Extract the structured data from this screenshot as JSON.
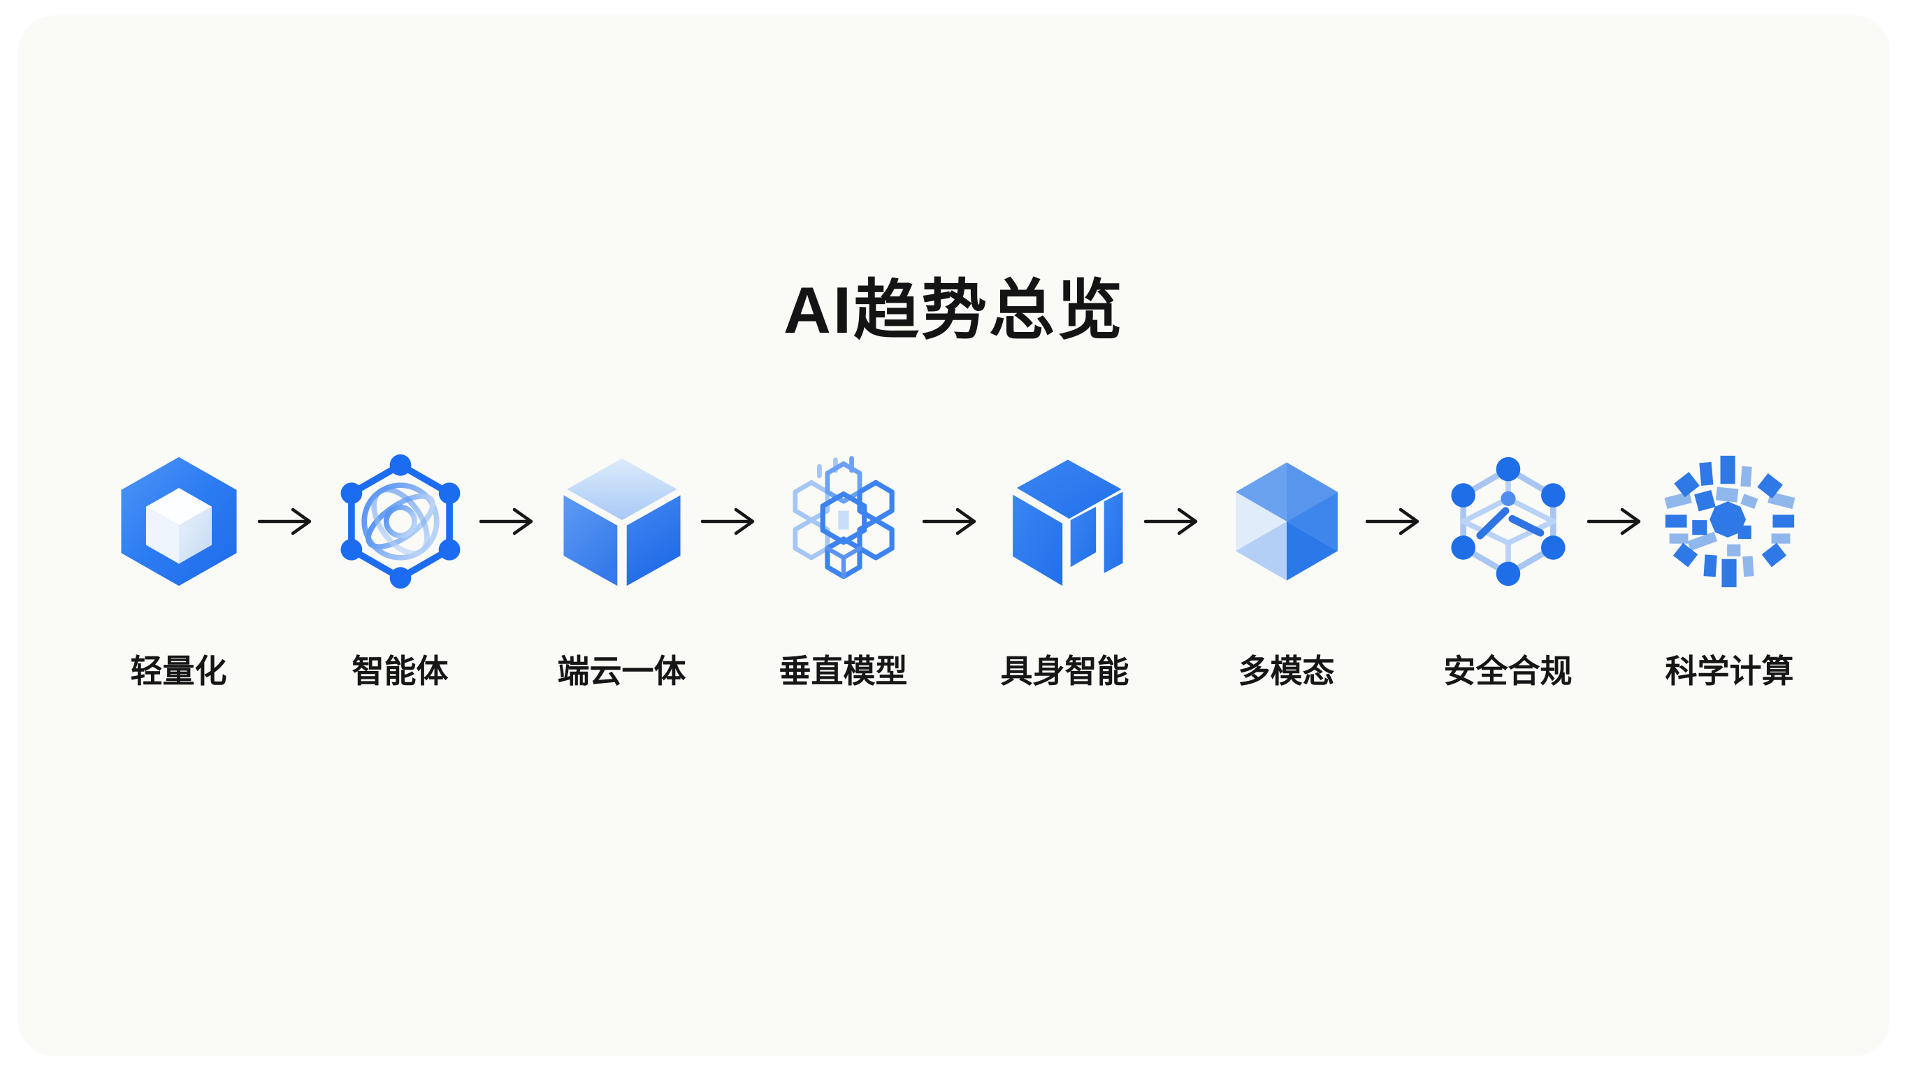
{
  "page": {
    "title": "AI趋势总览",
    "background_color": "#fafaf7",
    "title_color": "#141414",
    "arrow_color": "#161616"
  },
  "colors": {
    "primary_blue": "#2276f0",
    "medium_blue": "#5e9bee",
    "light_blue": "#a9c9f5",
    "pale_blue": "#e3eefb",
    "label_color": "#161616"
  },
  "flow": {
    "connector": "→",
    "connector_name": "arrow-right-icon",
    "items": [
      {
        "label": "轻量化",
        "icon": "hex-frame-cube-icon"
      },
      {
        "label": "智能体",
        "icon": "agent-network-globe-icon"
      },
      {
        "label": "端云一体",
        "icon": "iso-cube-split-icon"
      },
      {
        "label": "垂直模型",
        "icon": "hex-cluster-wireframe-icon"
      },
      {
        "label": "具身智能",
        "icon": "segmented-cube-icon"
      },
      {
        "label": "多模态",
        "icon": "faceted-cube-icon"
      },
      {
        "label": "安全合规",
        "icon": "node-network-cube-icon"
      },
      {
        "label": "科学计算",
        "icon": "compute-burst-snowflake-icon"
      }
    ]
  }
}
